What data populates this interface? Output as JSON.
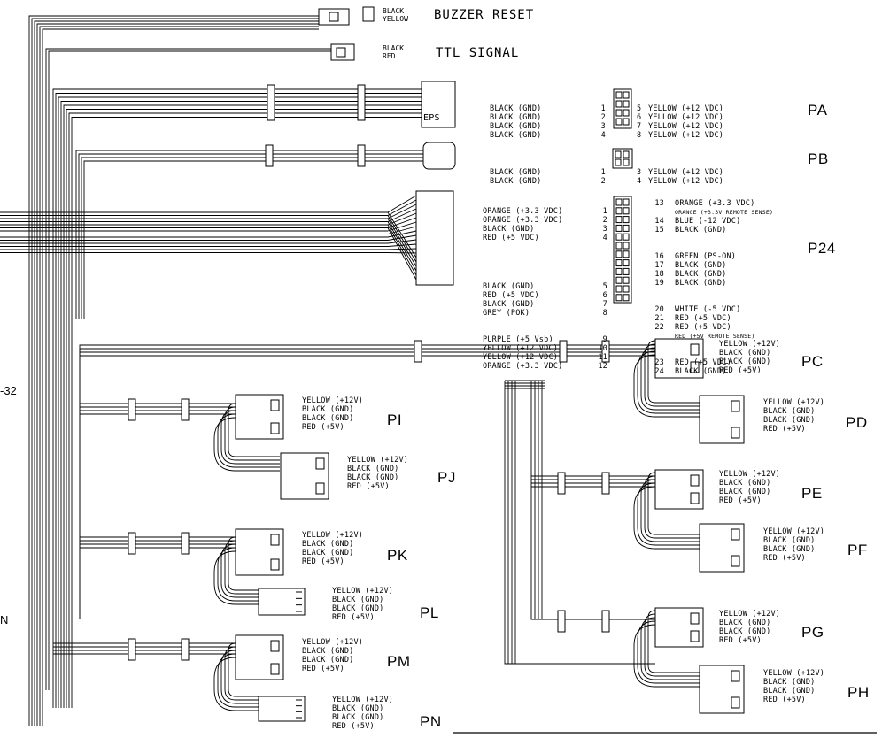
{
  "buzzer": {
    "colors": [
      "BLACK",
      "YELLOW"
    ],
    "label": "BUZZER RESET"
  },
  "ttl": {
    "colors": [
      "BLACK",
      "RED"
    ],
    "label": "TTL SIGNAL"
  },
  "connector_text": {
    "eps": "EPS"
  },
  "edge_text": {
    "left_number": "-32",
    "left_letter": "N"
  },
  "pa": {
    "name": "PA",
    "left": [
      "BLACK (GND)",
      "BLACK (GND)",
      "BLACK (GND)",
      "BLACK (GND)"
    ],
    "left_pins": [
      "1",
      "2",
      "3",
      "4"
    ],
    "right_pins": [
      "5",
      "6",
      "7",
      "8"
    ],
    "right": [
      "YELLOW (+12 VDC)",
      "YELLOW (+12 VDC)",
      "YELLOW (+12 VDC)",
      "YELLOW (+12 VDC)"
    ]
  },
  "pb": {
    "name": "PB",
    "left": [
      "BLACK (GND)",
      "BLACK (GND)"
    ],
    "left_pins": [
      "1",
      "2"
    ],
    "right_pins": [
      "3",
      "4"
    ],
    "right": [
      "YELLOW (+12 VDC)",
      "YELLOW (+12 VDC)"
    ]
  },
  "p24": {
    "name": "P24",
    "left": [
      "ORANGE (+3.3 VDC)",
      "ORANGE (+3.3 VDC)",
      "BLACK (GND)",
      "RED (+5 VDC)",
      "BLACK (GND)",
      "RED (+5 VDC)",
      "BLACK (GND)",
      "GREY (POK)",
      "PURPLE (+5 Vsb)",
      "YELLOW (+12 VDC)",
      "YELLOW (+12 VDC)",
      "ORANGE (+3.3 VDC)"
    ],
    "left_pins": [
      "1",
      "2",
      "3",
      "4",
      "5",
      "6",
      "7",
      "8",
      "9",
      "10",
      "11",
      "12"
    ],
    "right_pins": [
      "13",
      "",
      "14",
      "15",
      "16",
      "17",
      "18",
      "19",
      "20",
      "21",
      "22",
      "",
      "23",
      "24"
    ],
    "right": [
      "ORANGE (+3.3 VDC)",
      "ORANGE (+3.3V REMOTE SENSE)",
      "BLUE (-12 VDC)",
      "BLACK (GND)",
      "GREEN (PS-ON)",
      "BLACK (GND)",
      "BLACK (GND)",
      "BLACK (GND)",
      "WHITE (-5 VDC)",
      "RED (+5 VDC)",
      "RED (+5 VDC)",
      "RED (+5V REMOTE SENSE)",
      "RED (+5 VDC)",
      "BLACK (GND)"
    ]
  },
  "peripherals": [
    {
      "name": "PC",
      "lines": [
        "YELLOW (+12V)",
        "BLACK (GND)",
        "BLACK (GND)",
        "RED (+5V)"
      ]
    },
    {
      "name": "PD",
      "lines": [
        "YELLOW (+12V)",
        "BLACK (GND)",
        "BLACK (GND)",
        "RED (+5V)"
      ]
    },
    {
      "name": "PE",
      "lines": [
        "YELLOW (+12V)",
        "BLACK (GND)",
        "BLACK (GND)",
        "RED (+5V)"
      ]
    },
    {
      "name": "PF",
      "lines": [
        "YELLOW (+12V)",
        "BLACK (GND)",
        "BLACK (GND)",
        "RED (+5V)"
      ]
    },
    {
      "name": "PG",
      "lines": [
        "YELLOW (+12V)",
        "BLACK (GND)",
        "BLACK (GND)",
        "RED (+5V)"
      ]
    },
    {
      "name": "PH",
      "lines": [
        "YELLOW (+12V)",
        "BLACK (GND)",
        "BLACK (GND)",
        "RED (+5V)"
      ]
    },
    {
      "name": "PI",
      "lines": [
        "YELLOW (+12V)",
        "BLACK (GND)",
        "BLACK (GND)",
        "RED (+5V)"
      ]
    },
    {
      "name": "PJ",
      "lines": [
        "YELLOW (+12V)",
        "BLACK (GND)",
        "BLACK (GND)",
        "RED (+5V)"
      ]
    },
    {
      "name": "PK",
      "lines": [
        "YELLOW (+12V)",
        "BLACK (GND)",
        "BLACK (GND)",
        "RED (+5V)"
      ]
    },
    {
      "name": "PL",
      "lines": [
        "YELLOW (+12V)",
        "BLACK (GND)",
        "BLACK (GND)",
        "RED (+5V)"
      ]
    },
    {
      "name": "PM",
      "lines": [
        "YELLOW (+12V)",
        "BLACK (GND)",
        "BLACK (GND)",
        "RED (+5V)"
      ]
    },
    {
      "name": "PN",
      "lines": [
        "YELLOW (+12V)",
        "BLACK (GND)",
        "BLACK (GND)",
        "RED (+5V)"
      ]
    }
  ]
}
